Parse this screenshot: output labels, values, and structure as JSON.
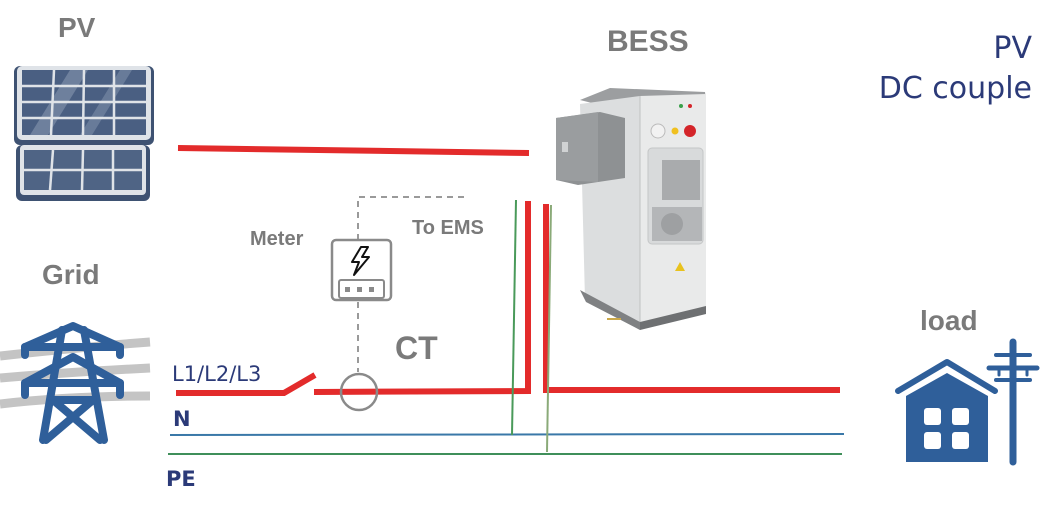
{
  "labels": {
    "pv": "PV",
    "bess": "BESS",
    "title_line1": "PV",
    "title_line2": "DC couple",
    "grid": "Grid",
    "meter": "Meter",
    "to_ems": "To EMS",
    "ct": "CT",
    "load": "load",
    "phase": "L1/L2/L3",
    "neutral": "N",
    "earth": "PE"
  },
  "colors": {
    "phase_line": "#e32b2b",
    "neutral_line": "#3a78a8",
    "earth_line": "#3f8f5a",
    "icon_blue": "#2f5f9a",
    "label_gray": "#7a7a7a",
    "title_blue": "#2b3a78"
  }
}
